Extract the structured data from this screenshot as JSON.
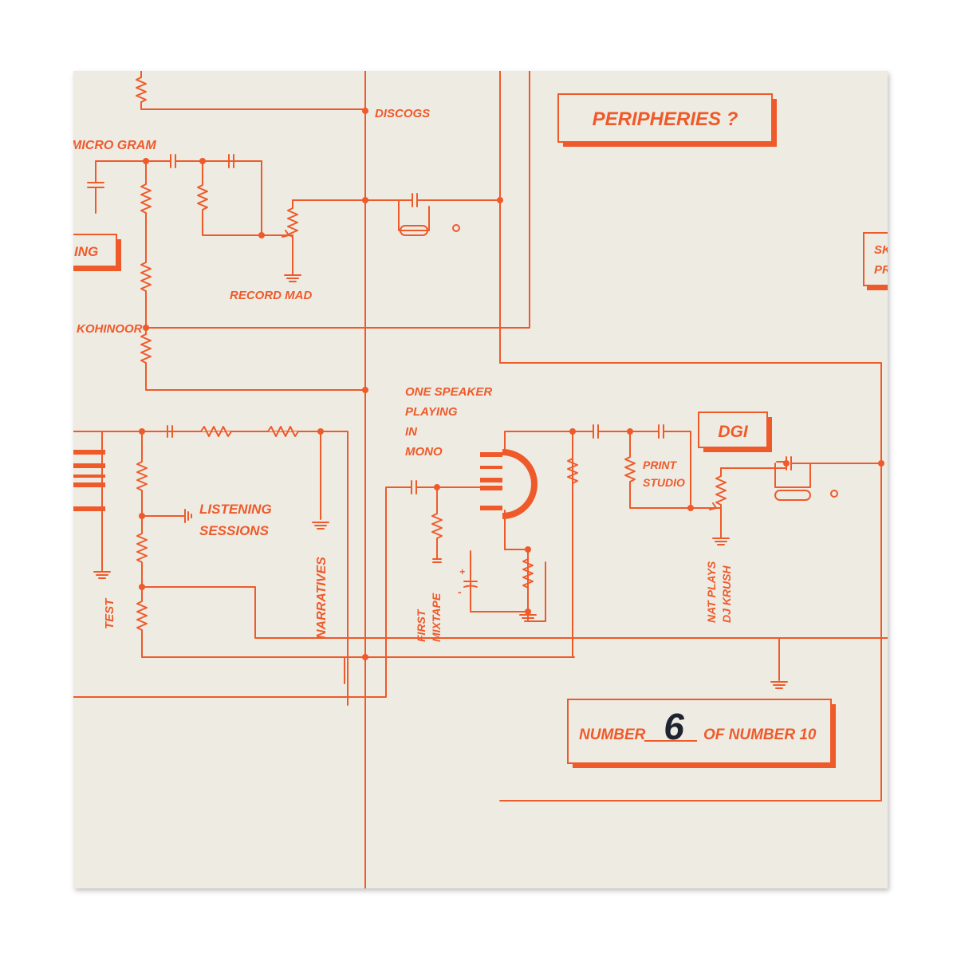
{
  "colors": {
    "ink": "#ef5a2a",
    "paper": "#eeebe3",
    "pen": "#1e2330",
    "background": "#ffffff"
  },
  "diagram": {
    "labels": {
      "discogs": "DISCOGS",
      "peripheries": "PERIPHERIES ?",
      "micro_gram": "MICRO GRAM",
      "ing": "ING",
      "sk": "SK",
      "pr": "PR",
      "record_mad": "RECORD MAD",
      "kohinoor": "KOHINOOR",
      "one_speaker": [
        "ONE SPEAKER",
        "PLAYING",
        "IN",
        "MONO"
      ],
      "dgi": "DGI",
      "listening_sessions": [
        "LISTENING",
        "SESSIONS"
      ],
      "print_studio": [
        "PRINT",
        "STUDIO"
      ],
      "test": "TEST",
      "narratives": "NARRATIVES",
      "first_mixtape": [
        "FIRST",
        "MIXTAPE"
      ],
      "nat_plays": [
        "NAT PLAYS",
        "DJ KRUSH"
      ],
      "number_word": "NUMBER",
      "handwritten_number": "6",
      "of_number": "OF NUMBER 10"
    }
  }
}
